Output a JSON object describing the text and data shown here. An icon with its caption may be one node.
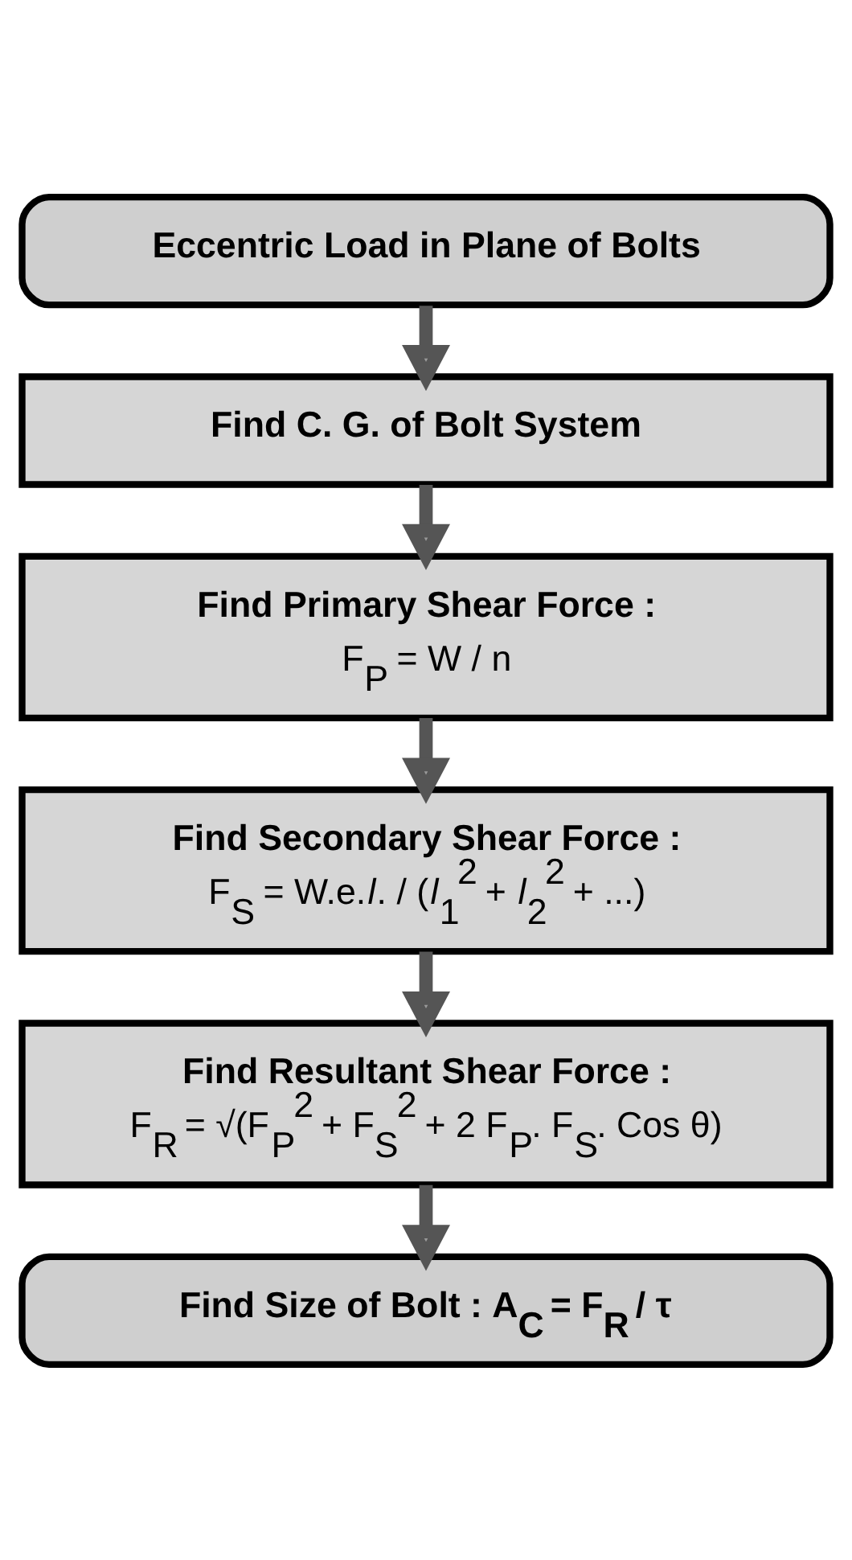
{
  "diagram": {
    "nodes": [
      {
        "text": [
          "Eccentric Load in Plane of Bolts"
        ]
      },
      {
        "text": [
          "Find C. G. of Bolt System"
        ]
      },
      {
        "text": [
          "Find Primary Shear Force :",
          "F$_{P}$ = W / n"
        ]
      },
      {
        "text": [
          "Find Secondary Shear Force :",
          "F$_{S}$ = W.e.*l*. / (*l*$_{1}$$^{2}$ + *l*$_{2}$$^{2}$ + ...)"
        ]
      },
      {
        "text": [
          "Find Resultant Shear Force :",
          "F$_{R}$ = √(F$_{P}$$^{2}$ + F$_{S}$$^{2}$ + 2 F$_{P}$. F$_{S}$. Cos θ)"
        ]
      },
      {
        "text": [
          "Find Size of Bolt : A$_{C}$ = F$_{R}$ / τ"
        ]
      }
    ],
    "edges": [
      {
        "from": 0,
        "to": 1,
        "arrow": "to"
      },
      {
        "from": 1,
        "to": 2,
        "arrow": "to"
      },
      {
        "from": 2,
        "to": 3,
        "arrow": "to"
      },
      {
        "from": 3,
        "to": 4,
        "arrow": "to"
      },
      {
        "from": 4,
        "to": 5,
        "arrow": "to"
      }
    ]
  }
}
